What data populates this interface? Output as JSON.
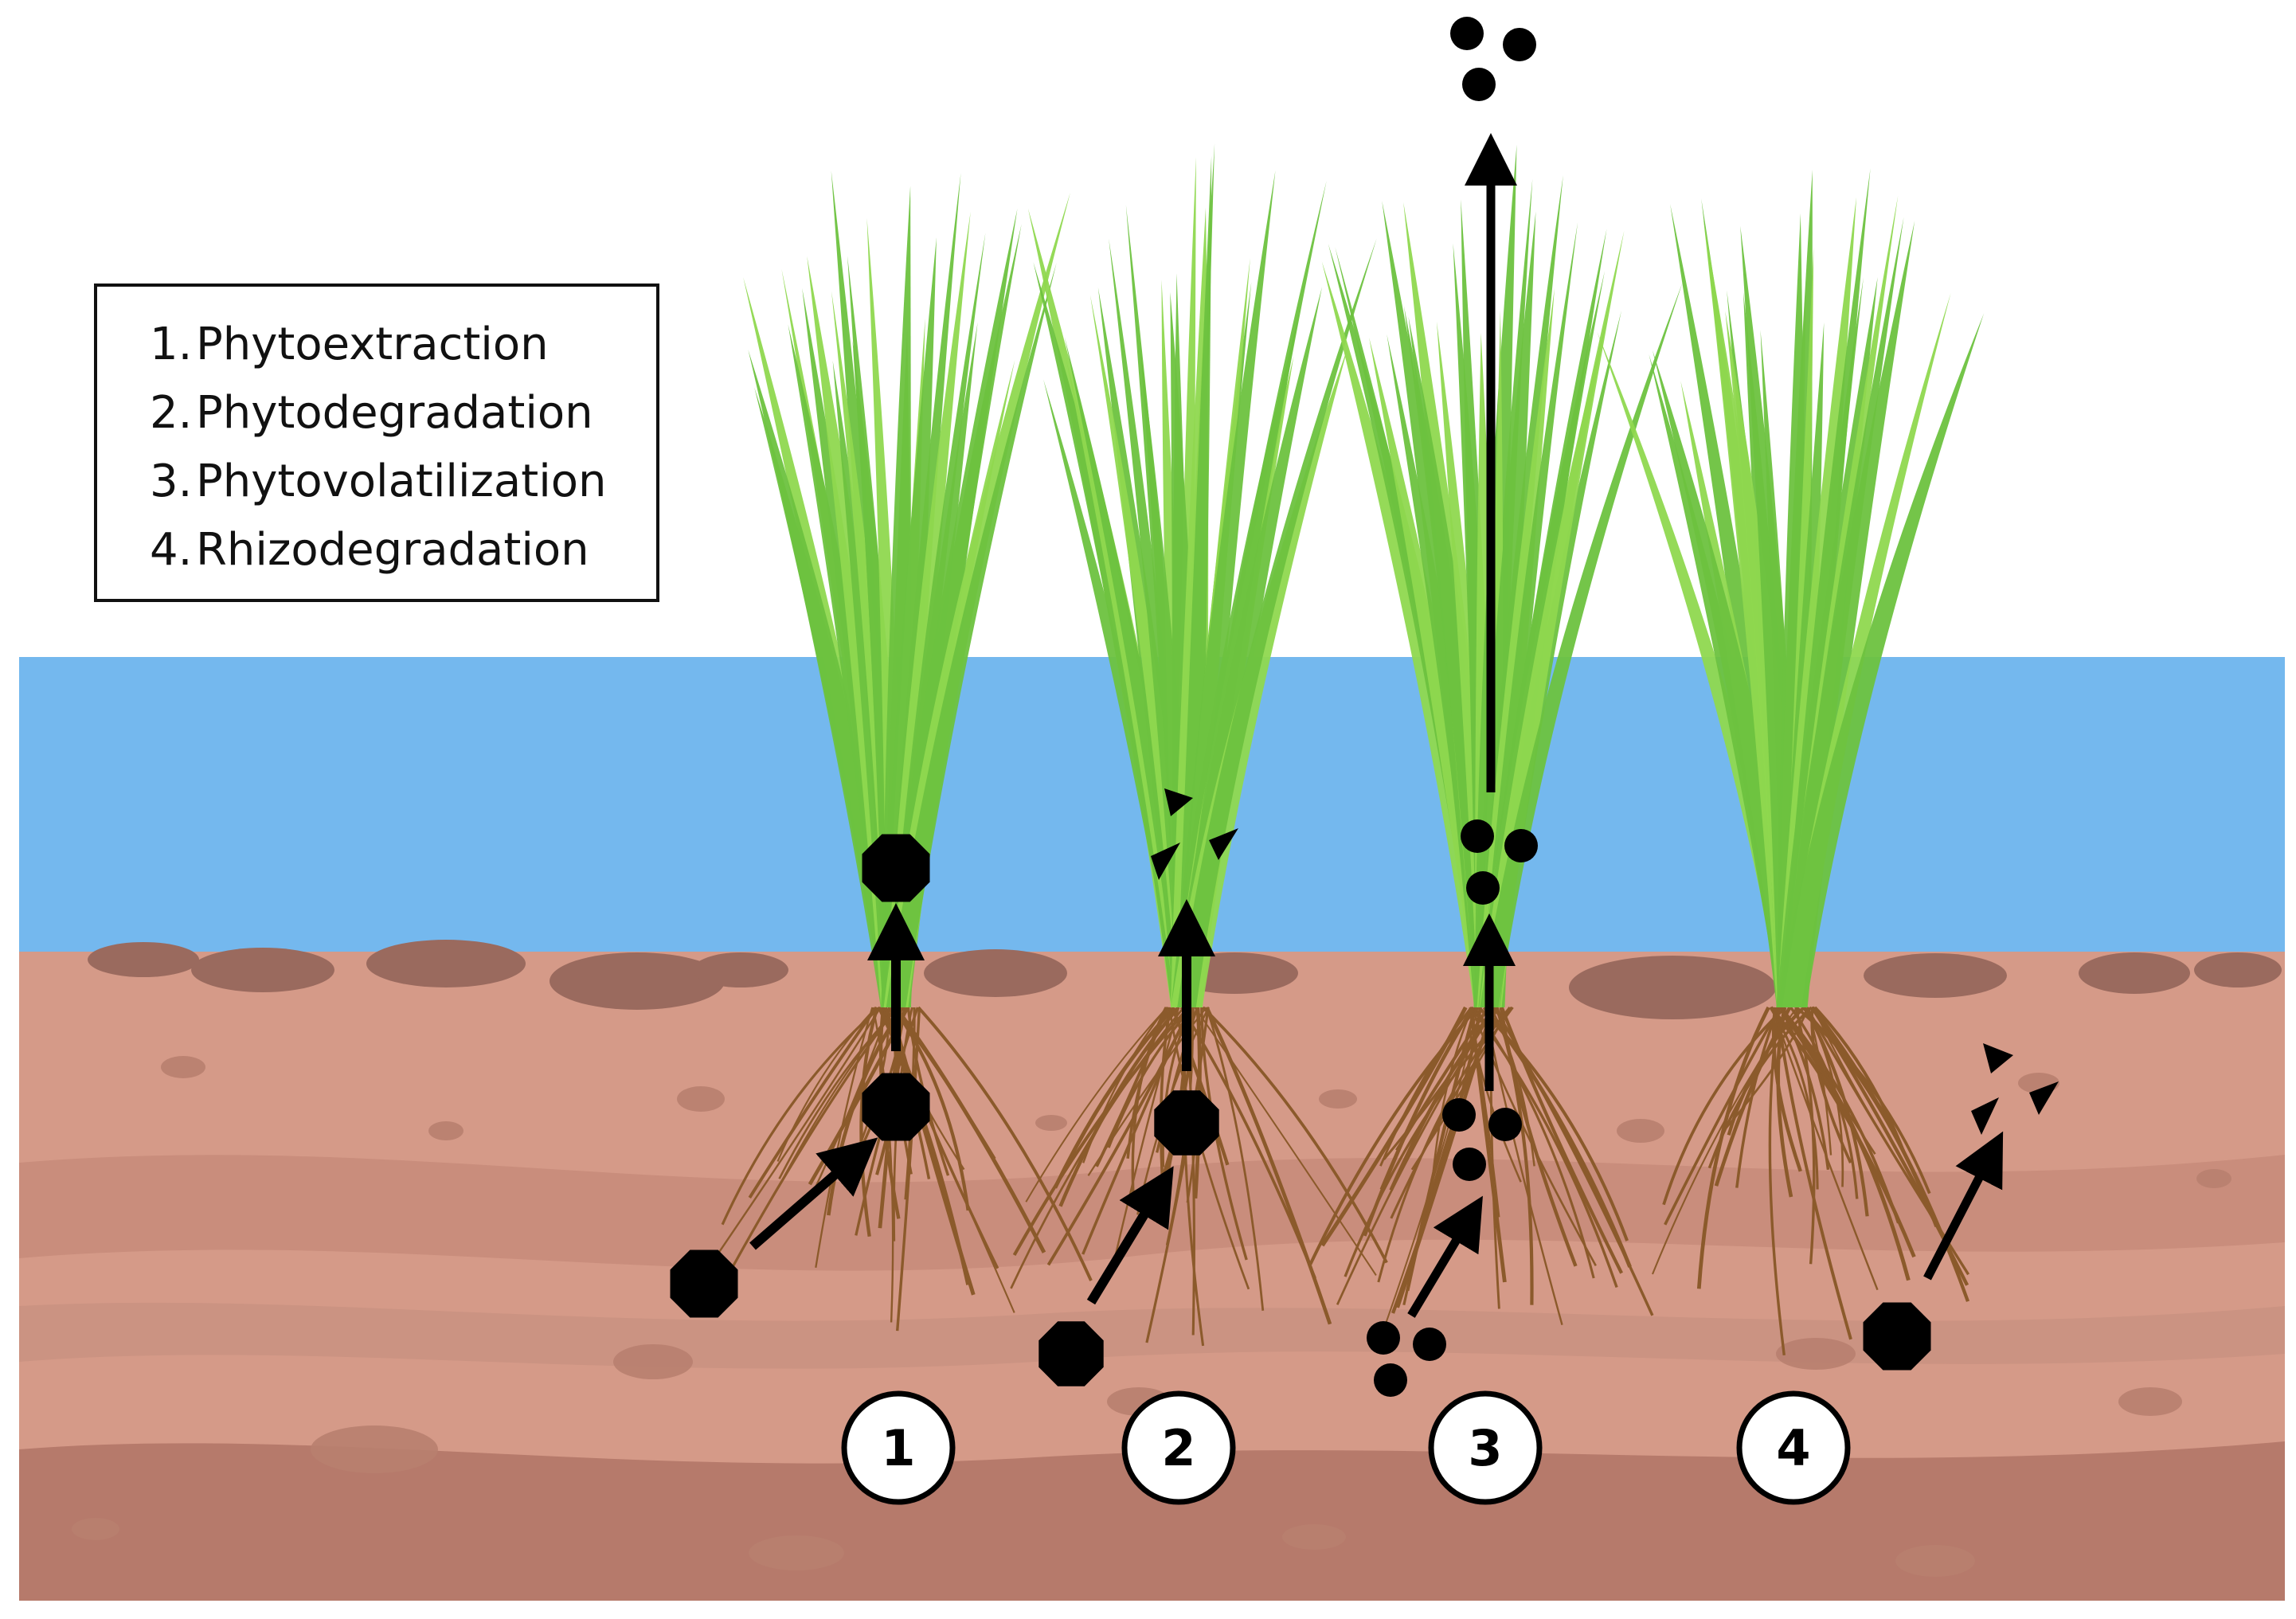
{
  "legend": {
    "items": [
      {
        "num": "1.",
        "label": "Phytoextraction"
      },
      {
        "num": "2.",
        "label": "Phytodegradation"
      },
      {
        "num": "3.",
        "label": "Phytovolatilization"
      },
      {
        "num": "4.",
        "label": "Rhizodegradation"
      }
    ]
  },
  "plants": [
    {
      "number": "1",
      "process": "Phytoextraction"
    },
    {
      "number": "2",
      "process": "Phytodegradation"
    },
    {
      "number": "3",
      "process": "Phytovolatilization"
    },
    {
      "number": "4",
      "process": "Rhizodegradation"
    }
  ],
  "colors": {
    "water": "#74b8ee",
    "soil": "#d59a88",
    "soil_dark": "#b67a6b",
    "stone": "#9a6a5e",
    "grass": "#6dc23f",
    "grass_light": "#8fd84f",
    "root": "#8b5a2b",
    "pollutant": "#000000"
  }
}
